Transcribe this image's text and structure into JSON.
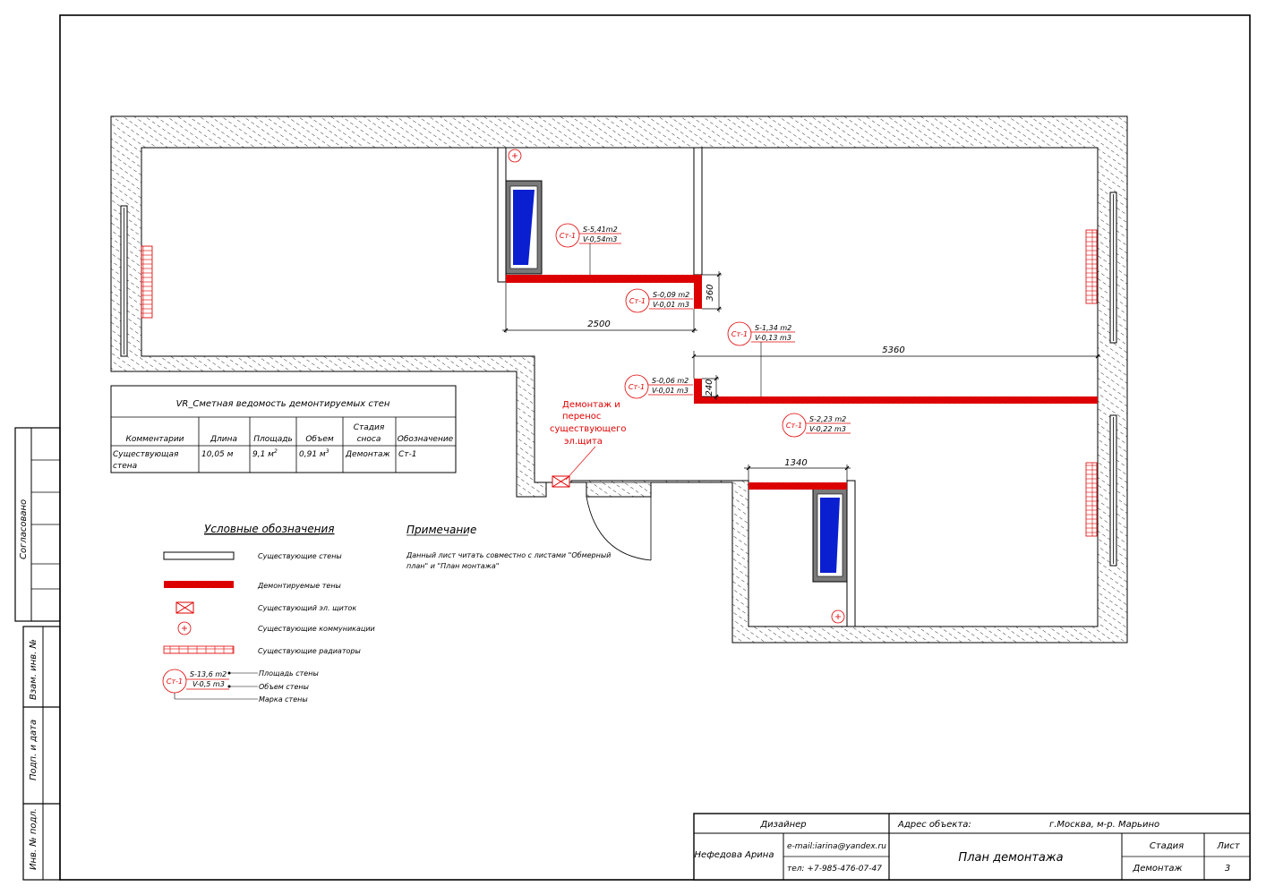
{
  "side_stamp": {
    "soglasovano": "Согласовано",
    "vzam_inv": "Взам. инв. №",
    "podp_data": "Подп. и дата",
    "inv_podl": "Инв. № подл."
  },
  "plan": {
    "dimensions": {
      "d2500": "2500",
      "d360": "360",
      "d5360": "5360",
      "d240": "240",
      "d1340": "1340"
    },
    "wall_tags": [
      {
        "mark": "Ст-1",
        "area": "S-5,41m2",
        "volume": "V-0,54m3"
      },
      {
        "mark": "Ст-1",
        "area": "S-0,09 m2",
        "volume": "V-0,01 m3"
      },
      {
        "mark": "Ст-1",
        "area": "S-1,34 m2",
        "volume": "V-0,13 m3"
      },
      {
        "mark": "Ст-1",
        "area": "S-0,06 m2",
        "volume": "V-0,01 m3"
      },
      {
        "mark": "Ст-1",
        "area": "S-2,23 m2",
        "volume": "V-0,22 m3"
      }
    ],
    "panel_note": [
      "Демонтаж и",
      "перенос",
      "существующего",
      "эл.щита"
    ]
  },
  "schedule": {
    "title": "VR_Сметная ведомость демонтируемых стен",
    "headers": [
      "Комментарии",
      "Длина",
      "Площадь",
      "Объем",
      "Стадия сноса",
      "Обозначение"
    ],
    "header_stage_lines": [
      "Стадия",
      "сноса"
    ],
    "row": {
      "comment_lines": [
        "Существующая",
        "стена"
      ],
      "length": "10,05 м",
      "area": "9,1 м",
      "area_sup": "2",
      "volume": "0,91 м",
      "volume_sup": "3",
      "stage": "Демонтаж",
      "designation": "Ст-1"
    }
  },
  "legend": {
    "title": "Условные обозначения",
    "items": [
      "Существующие стены",
      "Демонтируемые тены",
      "Существующий эл. щиток",
      "Существующие коммуникации",
      "Существующие радиаторы"
    ],
    "tag_example": {
      "mark": "Ст-1",
      "area": "S-13,6 m2",
      "volume": "V-0,5 m3"
    },
    "tag_labels": [
      "Площадь стены",
      "Объем стены",
      "Марка стены"
    ]
  },
  "note": {
    "title": "Примечание",
    "lines": [
      "Данный лист читать совместно с листами \"Обмерный",
      "план\" и \"План монтажа\""
    ]
  },
  "title_block": {
    "designer_label": "Дизайнер",
    "address_label": "Адрес объекта:",
    "address": "г.Москва, м-р. Марьино",
    "designer_name": "Нефедова Арина",
    "email": "e-mail:iarina@yandex.ru",
    "phone": "тел: +7-985-476-07-47",
    "sheet_title": "План демонтажа",
    "stage_label": "Стадия",
    "sheet_label": "Лист",
    "stage_value": "Демонтаж",
    "sheet_number": "3"
  },
  "colors": {
    "demolish": "#e00000",
    "window_glass": "#0a1fd0",
    "hatch": "#000000"
  }
}
